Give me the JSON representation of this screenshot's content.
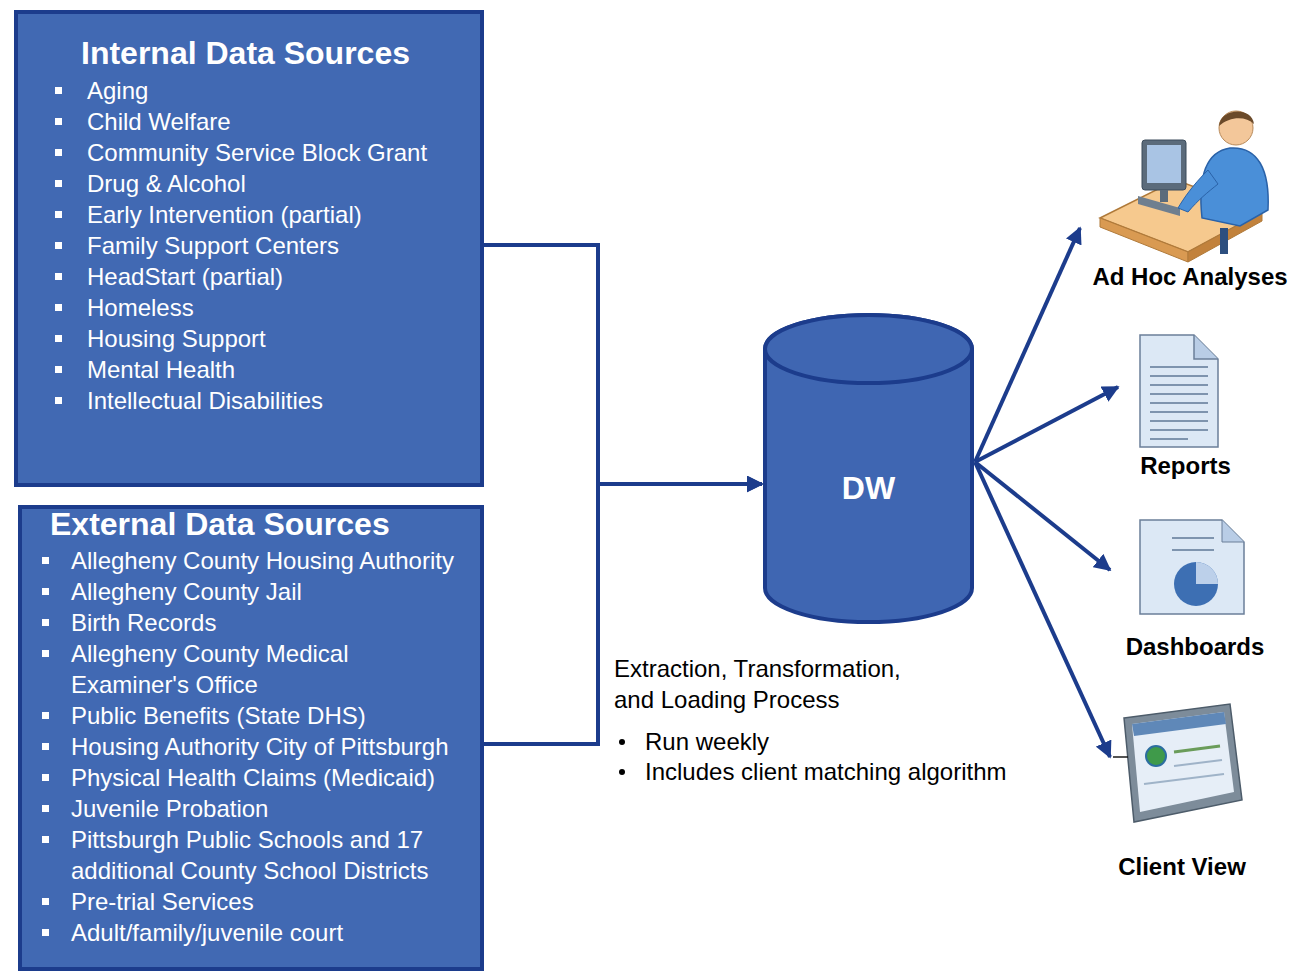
{
  "diagram": {
    "nodes": [
      {
        "text": [
          "Internal Data Sources",
          "Aging",
          "Child Welfare",
          "Community Service Block Grant",
          "Drug & Alcohol",
          "Early Intervention (partial)",
          "Family Support Centers",
          "HeadStart (partial)",
          "Homeless",
          "Housing Support",
          "Mental Health",
          "Intellectual Disabilities"
        ]
      },
      {
        "text": [
          "External Data Sources",
          "Allegheny County Housing Authority",
          "Allegheny County Jail",
          "Birth Records",
          "Allegheny County Medical Examiner's Office",
          "Public Benefits (State DHS)",
          "Housing Authority City of Pittsburgh",
          "Physical Health Claims (Medicaid)",
          "Juvenile Probation",
          "Pittsburgh Public Schools and 17 additional County School Districts",
          "Pre-trial Services",
          "Adult/family/juvenile court"
        ]
      },
      {
        "text": [
          "DW"
        ]
      },
      {
        "text": [
          "Ad Hoc Analyses"
        ]
      },
      {
        "text": [
          "Reports"
        ]
      },
      {
        "text": [
          "Dashboards"
        ]
      },
      {
        "text": [
          "Client View"
        ]
      }
    ],
    "edges": [
      {
        "from": 0,
        "to": 2,
        "arrow": "to"
      },
      {
        "from": 1,
        "to": 2,
        "arrow": "to"
      },
      {
        "from": 2,
        "to": 3,
        "arrow": "to"
      },
      {
        "from": 2,
        "to": 4,
        "arrow": "to"
      },
      {
        "from": 2,
        "to": 5,
        "arrow": "to"
      },
      {
        "from": 2,
        "to": 6,
        "arrow": "to"
      }
    ],
    "labels": [
      "Extraction, Transformation, and Loading Process",
      "Run weekly",
      "Includes client matching algorithm"
    ]
  }
}
